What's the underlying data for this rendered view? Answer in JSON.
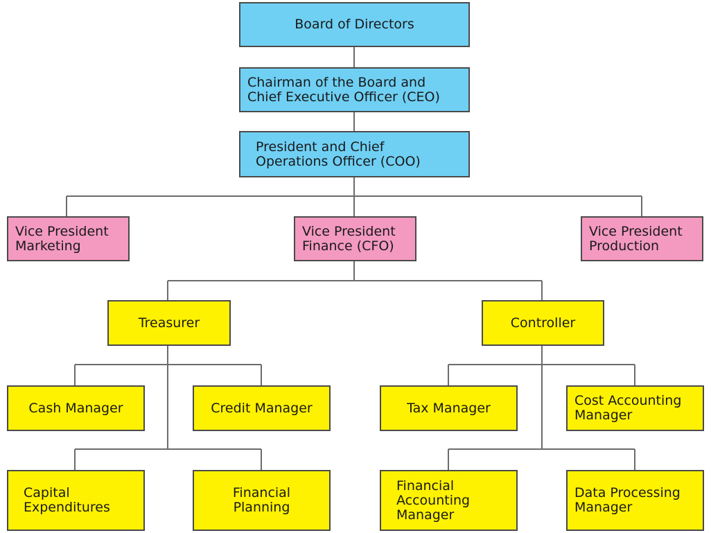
{
  "org_chart": {
    "board": "Board of Directors",
    "ceo": "Chairman of the Board and\nChief Executive Officer (CEO)",
    "coo": "President and Chief\nOperations Officer (COO)",
    "vp_marketing": "Vice President\nMarketing",
    "vp_finance": "Vice President\nFinance (CFO)",
    "vp_production": "Vice President\nProduction",
    "treasurer": "Treasurer",
    "controller": "Controller",
    "cash_manager": "Cash Manager",
    "credit_manager": "Credit Manager",
    "tax_manager": "Tax Manager",
    "cost_accounting_manager": "Cost Accounting\nManager",
    "capital_expenditures": "Capital\nExpenditures",
    "financial_planning": "Financial\nPlanning",
    "financial_accounting_manager": "Financial\nAccounting\nManager",
    "data_processing_manager": "Data Processing\nManager"
  },
  "colors": {
    "executive": "#6fd0f4",
    "vice_president": "#f49ac1",
    "finance_staff": "#fff200",
    "border": "#4a4a4a",
    "connector": "#6b6b6b"
  }
}
